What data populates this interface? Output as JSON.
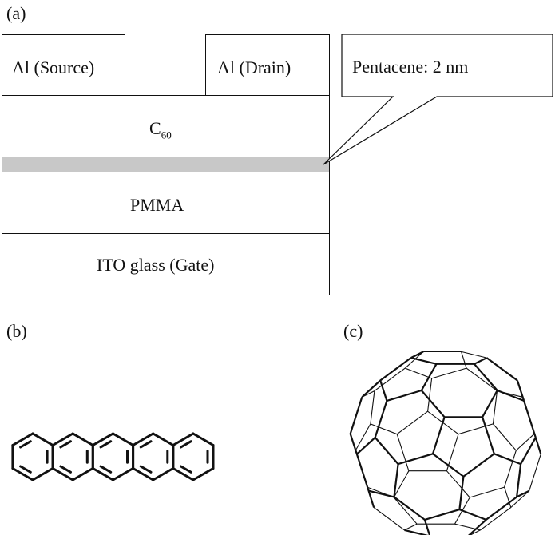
{
  "panel_labels": {
    "a": "(a)",
    "b": "(b)",
    "c": "(c)"
  },
  "device": {
    "source_label": "Al (Source)",
    "drain_label": "Al (Drain)",
    "c60_main": "C",
    "c60_sub": "60",
    "pentacene_callout": "Pentacene: 2 nm",
    "pmma_label": "PMMA",
    "gate_label": "ITO glass (Gate)"
  },
  "colors": {
    "line": "#111111",
    "pentacene_layer": "#c8c8c8",
    "background": "#ffffff"
  },
  "molecules": {
    "b": "pentacene",
    "c": "fullerene-c60"
  }
}
